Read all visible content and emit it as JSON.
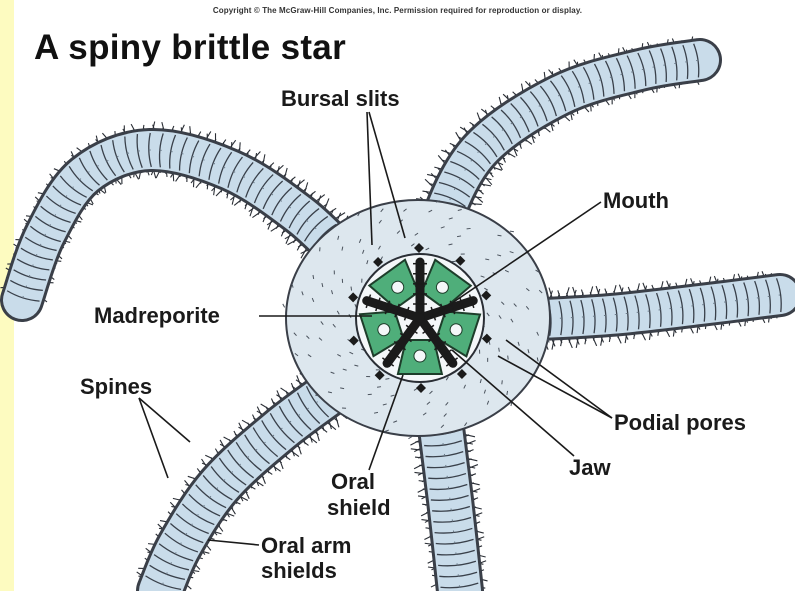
{
  "header": {
    "copyright": "Copyright © The McGraw-Hill Companies, Inc. Permission required for reproduction or display.",
    "title": "A spiny brittle star"
  },
  "labels": {
    "bursal_slits": "Bursal slits",
    "mouth": "Mouth",
    "madreporite": "Madreporite",
    "spines": "Spines",
    "podial_pores": "Podial pores",
    "jaw": "Jaw",
    "oral_shield_line1": "Oral",
    "oral_shield_line2": "shield",
    "oral_arm_shields_line1": "Oral arm",
    "oral_arm_shields_line2": "shields"
  },
  "colors": {
    "background": "#fdfbc0",
    "arm_fill": "#c9dcea",
    "arm_edge": "#3a3f48",
    "disc_fill": "#dde7ee",
    "oral_shield_green": "#4fae7a",
    "jaw_dark": "#1b1b1b",
    "label_text": "#1a1a1a"
  }
}
